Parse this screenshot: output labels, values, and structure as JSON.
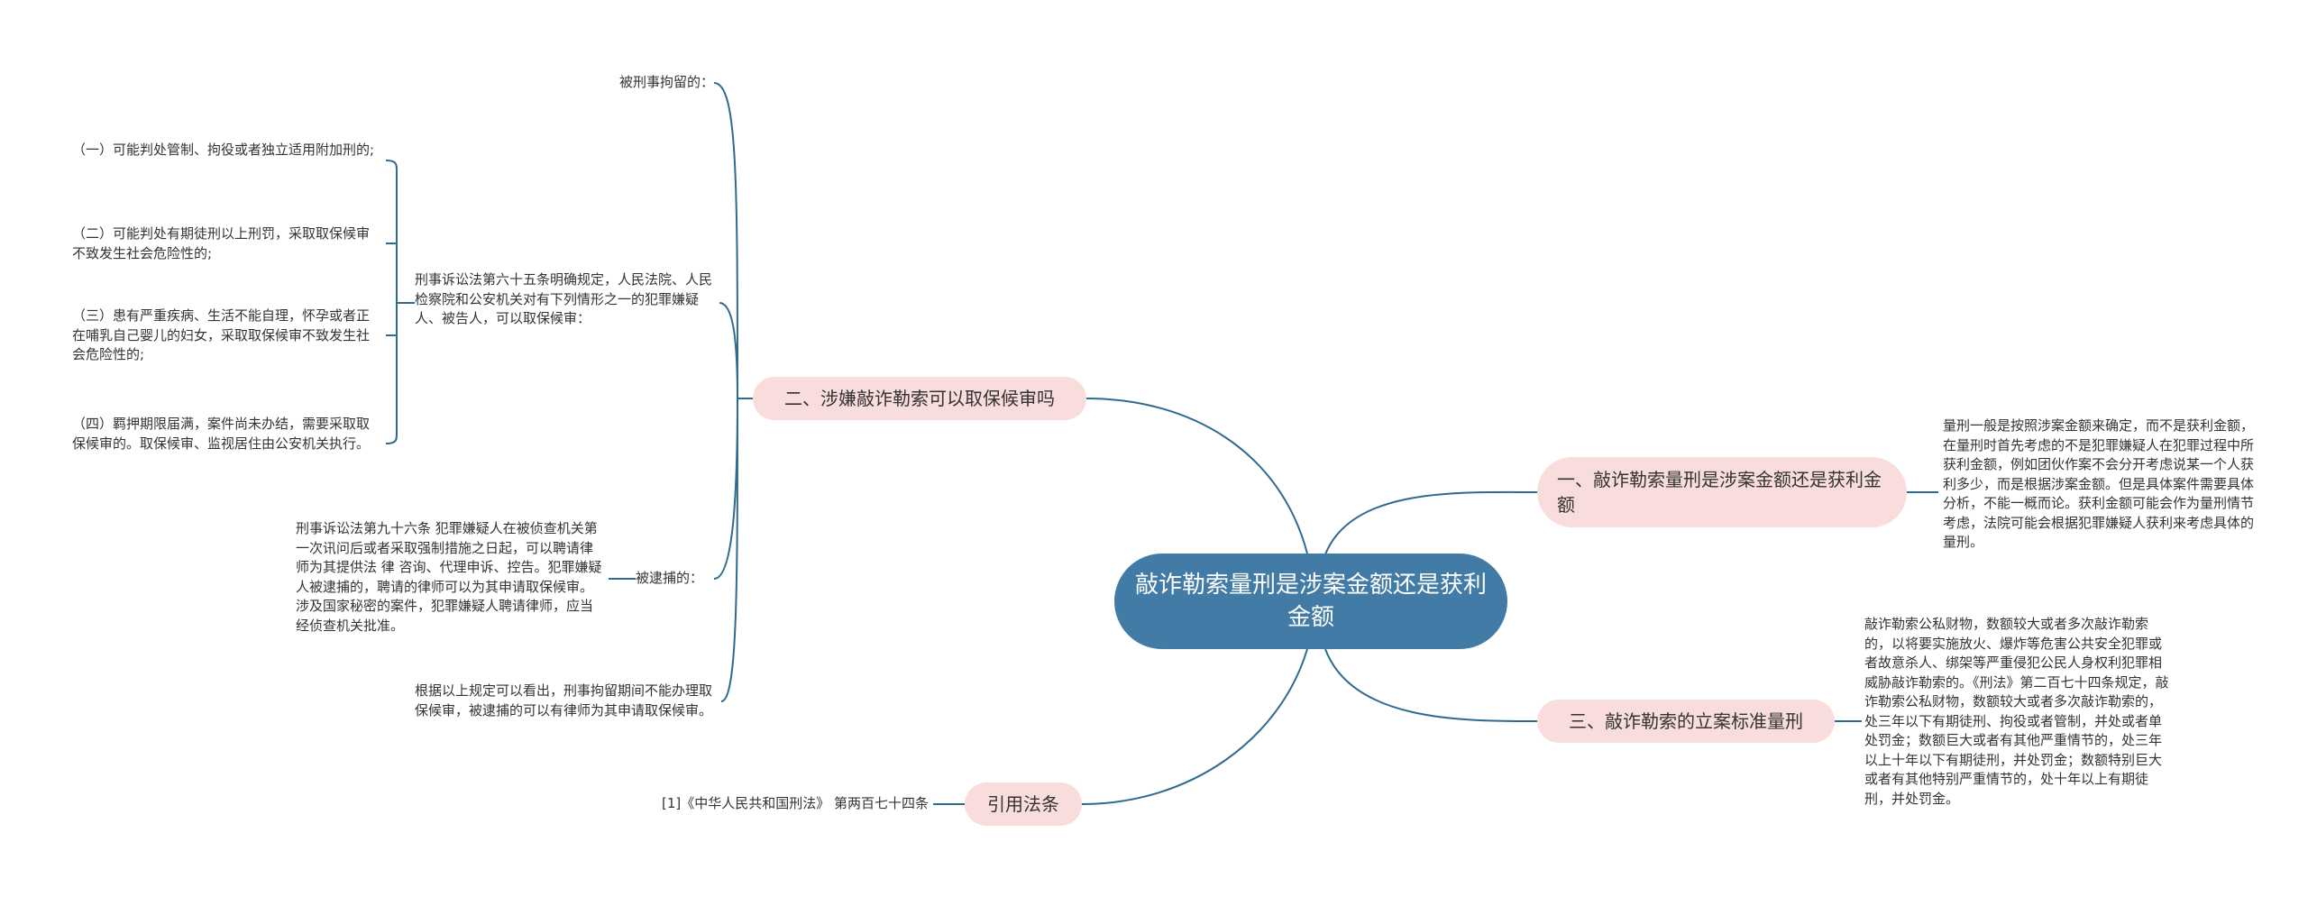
{
  "root": {
    "title": "敲诈勒索量刑是涉案金额还是获利金额"
  },
  "branches": [
    {
      "label": "一、敲诈勒索量刑是涉案金额还是获利金额"
    },
    {
      "label": "二、涉嫌敲诈勒索可以取保候审吗"
    },
    {
      "label": "三、敲诈勒索的立案标准量刑"
    },
    {
      "label": "引用法条"
    }
  ],
  "leaves": {
    "b1_text": "量刑一般是按照涉案金额来确定，而不是获利金额，在量刑时首先考虑的不是犯罪嫌疑人在犯罪过程中所获利金额，例如团伙作案不会分开考虑说某一个人获利多少，而是根据涉案金额。但是具体案件需要具体分析，不能一概而论。获利金额可能会作为量刑情节考虑，法院可能会根据犯罪嫌疑人获利来考虑具体的量刑。",
    "b2_detained": "被刑事拘留的：",
    "b2_article65": "刑事诉讼法第六十五条明确规定，人民法院、人民检察院和公安机关对有下列情形之一的犯罪嫌疑人、被告人，可以取保候审：",
    "b2_cond1": "（一）可能判处管制、拘役或者独立适用附加刑的;",
    "b2_cond2": "（二）可能判处有期徒刑以上刑罚，采取取保候审不致发生社会危险性的;",
    "b2_cond3": "（三）患有严重疾病、生活不能自理，怀孕或者正在哺乳自己婴儿的妇女，采取取保候审不致发生社会危险性的;",
    "b2_cond4": "（四）羁押期限届满，案件尚未办结，需要采取取保候审的。取保候审、监视居住由公安机关执行。",
    "b2_arrested": "被逮捕的：",
    "b2_article96": "刑事诉讼法第九十六条 犯罪嫌疑人在被侦查机关第一次讯问后或者采取强制措施之日起，可以聘请律师为其提供法 律 咨询、代理申诉、控告。犯罪嫌疑人被逮捕的，聘请的律师可以为其申请取保候审。涉及国家秘密的案件，犯罪嫌疑人聘请律师，应当经侦查机关批准。",
    "b2_conclusion": "根据以上规定可以看出，刑事拘留期间不能办理取保候审，被逮捕的可以有律师为其申请取保候审。",
    "b3_text": "敲诈勒索公私财物，数额较大或者多次敲诈勒索的，以将要实施放火、爆炸等危害公共安全犯罪或者故意杀人、绑架等严重侵犯公民人身权利犯罪相威胁敲诈勒索的。《刑法》第二百七十四条规定，敲诈勒索公私财物，数额较大或者多次敲诈勒索的，处三年以下有期徒刑、拘役或者管制，并处或者单处罚金；数额巨大或者有其他严重情节的，处三年以上十年以下有期徒刑，并处罚金；数额特别巨大或者有其他特别严重情节的，处十年以上有期徒刑，并处罚金。",
    "b4_text": "[1]《中华人民共和国刑法》 第两百七十四条"
  },
  "colors": {
    "root_fill": "#427ba5",
    "branch_fill": "#f9dcdc",
    "edge": "#2f6a8f",
    "text": "#333333"
  }
}
